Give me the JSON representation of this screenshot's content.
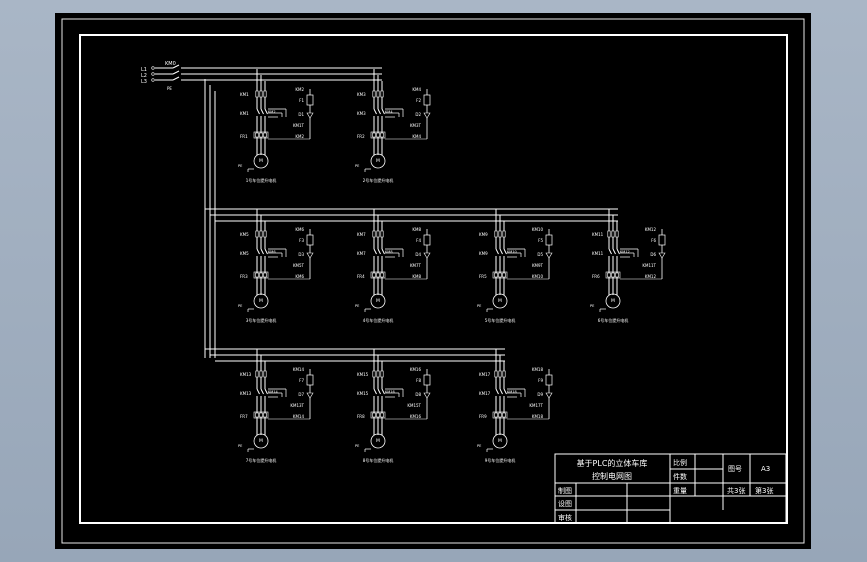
{
  "supply": {
    "phases": [
      "L1",
      "L2",
      "L3"
    ],
    "main_switch": "KM0",
    "ground": "PE"
  },
  "circuits": [
    {
      "row": 0,
      "col": 0,
      "contactor": "KM1",
      "brake_contactor": "KM2",
      "breaker": "KM1",
      "relay_label": "F1",
      "diode": "D1",
      "thermal": "FR1",
      "motor": "M",
      "caption": "1号车位提升电机"
    },
    {
      "row": 0,
      "col": 1,
      "contactor": "KM3",
      "brake_contactor": "KM4",
      "breaker": "KM3",
      "relay_label": "F2",
      "diode": "D2",
      "thermal": "FR2",
      "motor": "M",
      "caption": "2号车位提升电机"
    },
    {
      "row": 1,
      "col": 0,
      "contactor": "KM5",
      "brake_contactor": "KM6",
      "breaker": "KM5",
      "relay_label": "F3",
      "diode": "D3",
      "thermal": "FR3",
      "motor": "M",
      "caption": "3号车位提升电机"
    },
    {
      "row": 1,
      "col": 1,
      "contactor": "KM7",
      "brake_contactor": "KM8",
      "breaker": "KM7",
      "relay_label": "F4",
      "diode": "D4",
      "thermal": "FR4",
      "motor": "M",
      "caption": "4号车位提升电机"
    },
    {
      "row": 1,
      "col": 2,
      "contactor": "KM9",
      "brake_contactor": "KM10",
      "breaker": "KM9",
      "relay_label": "F5",
      "diode": "D5",
      "thermal": "FR5",
      "motor": "M",
      "caption": "5号车位提升电机"
    },
    {
      "row": 1,
      "col": 3,
      "contactor": "KM11",
      "brake_contactor": "KM12",
      "breaker": "KM11",
      "relay_label": "F6",
      "diode": "D6",
      "thermal": "FR6",
      "motor": "M",
      "caption": "6号车位提升电机"
    },
    {
      "row": 2,
      "col": 0,
      "contactor": "KM13",
      "brake_contactor": "KM14",
      "breaker": "KM13",
      "relay_label": "F7",
      "diode": "D7",
      "thermal": "FR7",
      "motor": "M",
      "caption": "7号车位提升电机"
    },
    {
      "row": 2,
      "col": 1,
      "contactor": "KM15",
      "brake_contactor": "KM16",
      "breaker": "KM15",
      "relay_label": "F8",
      "diode": "D8",
      "thermal": "FR8",
      "motor": "M",
      "caption": "8号车位提升电机"
    },
    {
      "row": 2,
      "col": 2,
      "contactor": "KM17",
      "brake_contactor": "KM18",
      "breaker": "KM17",
      "relay_label": "F9",
      "diode": "D9",
      "thermal": "FR9",
      "motor": "M",
      "caption": "9号车位提升电机"
    }
  ],
  "title_block": {
    "title_line1": "基于PLC的立体车库",
    "title_line2": "控制电网图",
    "scale_label": "比例",
    "quantity_label": "件数",
    "drawing_no_label": "图号",
    "sheet_size": "A3",
    "weight_label": "重量",
    "total_sheets": "共3张",
    "sheet_no": "第3张",
    "drawn_label": "制图",
    "designed_label": "设图",
    "checked_label": "审核"
  }
}
